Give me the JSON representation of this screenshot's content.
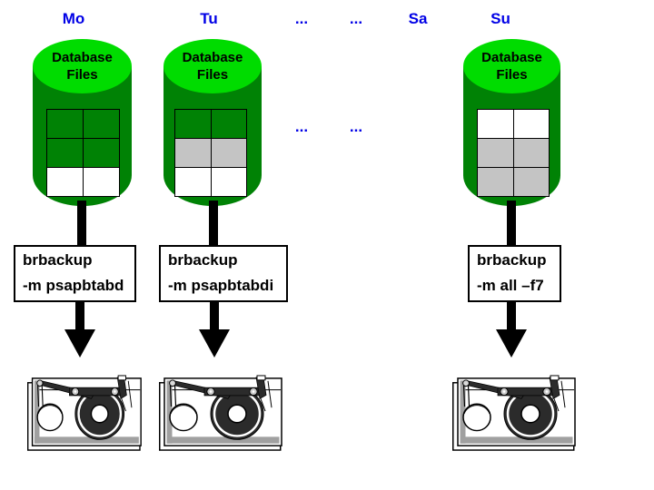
{
  "colors": {
    "label_blue": "#0000e6",
    "cylinder_body_green": "#008205",
    "cylinder_top_green": "#00dc00",
    "cell_gray": "#c4c4c4",
    "cell_white": "#ffffff",
    "arrow_black": "#000000"
  },
  "header": {
    "day_labels": [
      "Mo",
      "Tu",
      "...",
      "...",
      "Sa",
      "Su"
    ]
  },
  "mid_dots": [
    "...",
    "..."
  ],
  "columns": [
    {
      "day": "Mo",
      "db_line1": "Database",
      "db_line2": "Files",
      "cmd_line1": "brbackup",
      "cmd_line2": "-m psapbtabd",
      "cells": [
        "green",
        "green",
        "green",
        "green",
        "white",
        "white"
      ]
    },
    {
      "day": "Tu",
      "db_line1": "Database",
      "db_line2": "Files",
      "cmd_line1": "brbackup",
      "cmd_line2": "-m psapbtabdi",
      "cells": [
        "green",
        "green",
        "gray",
        "gray",
        "white",
        "white"
      ]
    },
    {
      "day": "Su",
      "db_line1": "Database",
      "db_line2": "Files",
      "cmd_line1": "brbackup",
      "cmd_line2": "-m all –f7",
      "cells": [
        "white",
        "white",
        "gray",
        "gray",
        "gray",
        "gray"
      ]
    }
  ]
}
